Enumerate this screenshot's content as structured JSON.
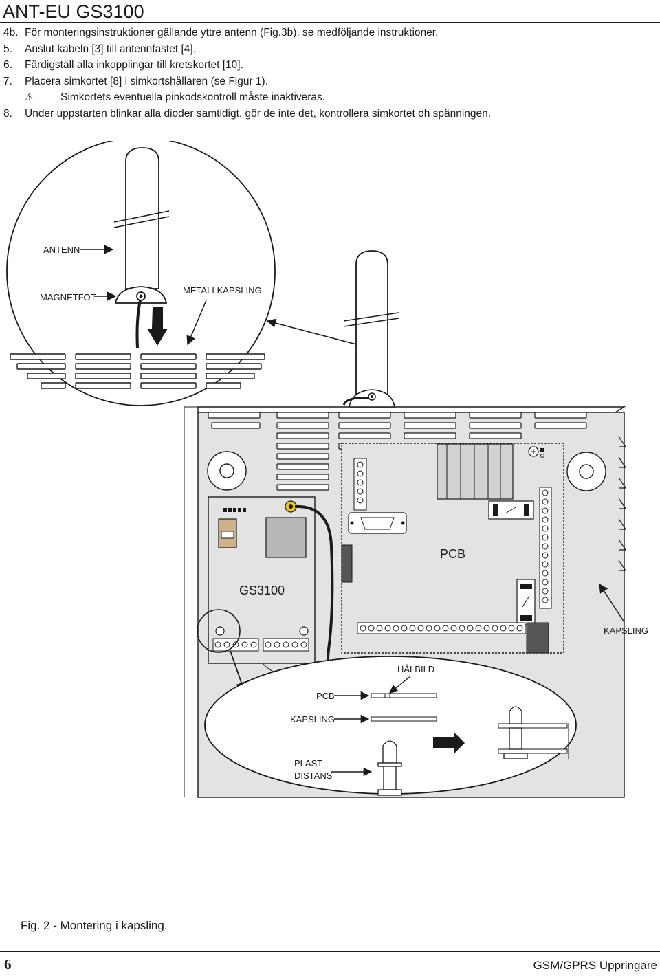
{
  "header": {
    "title": "ANT-EU GS3100"
  },
  "steps": [
    {
      "num": "4b.",
      "text": "För monteringsinstruktioner gällande yttre antenn (Fig.3b), se medföljande instruktioner."
    },
    {
      "num": "5.",
      "text": "Anslut kabeln [3] till antennfästet [4]."
    },
    {
      "num": "6.",
      "text": "Färdigställ alla inkopplingar till kretskortet [10]."
    },
    {
      "num": "7.",
      "text": "Placera simkortet [8] i simkortshållaren (se Figur 1)."
    },
    {
      "num": "",
      "text": "Simkortets eventuella pinkodskontroll måste inaktiveras.",
      "icon": "warning-icon"
    },
    {
      "num": "8.",
      "text": "Under uppstarten blinkar alla dioder samtidigt, gör de inte det, kontrollera simkortet oh spänningen."
    }
  ],
  "figure": {
    "labels": {
      "antenn": "ANTENN",
      "magnetfot": "MAGNETFOT",
      "metallkapsling": "METALLKAPSLING",
      "pcb": "PCB",
      "gs3100": "GS3100",
      "kapsling": "KAPSLING",
      "halbild": "HÅLBILD",
      "detail_pcb": "PCB",
      "detail_kapsling": "KAPSLING",
      "plast": "PLAST-",
      "distans": "DISTANS"
    },
    "caption": "Fig. 2 - Montering i kapsling."
  },
  "footer": {
    "page": "6",
    "text": "GSM/GPRS Uppringare"
  }
}
